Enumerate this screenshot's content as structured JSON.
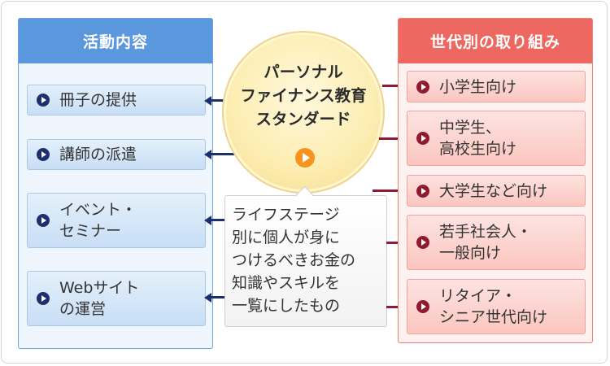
{
  "left_panel": {
    "title": "活動内容",
    "items": [
      {
        "label": "冊子の提供"
      },
      {
        "label": "講師の派遣"
      },
      {
        "label": "イベント・\nセミナー"
      },
      {
        "label": "Webサイト\nの運営"
      }
    ]
  },
  "center": {
    "title": "パーソナル\nファイナンス教育\nスタンダード",
    "play_icon": "play-icon",
    "description": "ライフステージ\n別に個人が身に\nつけるべきお金の\n知識やスキルを\n一覧にしたもの"
  },
  "right_panel": {
    "title": "世代別の取り組み",
    "items": [
      {
        "label": "小学生向け"
      },
      {
        "label": "中学生、\n高校生向け"
      },
      {
        "label": "大学生など向け"
      },
      {
        "label": "若手社会人・\n一般向け"
      },
      {
        "label": "リタイア・\nシニア世代向け"
      }
    ]
  },
  "colors": {
    "left_accent": "#5b97dd",
    "left_arrow": "#1e2f6e",
    "right_accent": "#ec6860",
    "right_arrow": "#8e1b30",
    "play_button": "#f7931e",
    "circle_fill": "#fdeeb4"
  }
}
